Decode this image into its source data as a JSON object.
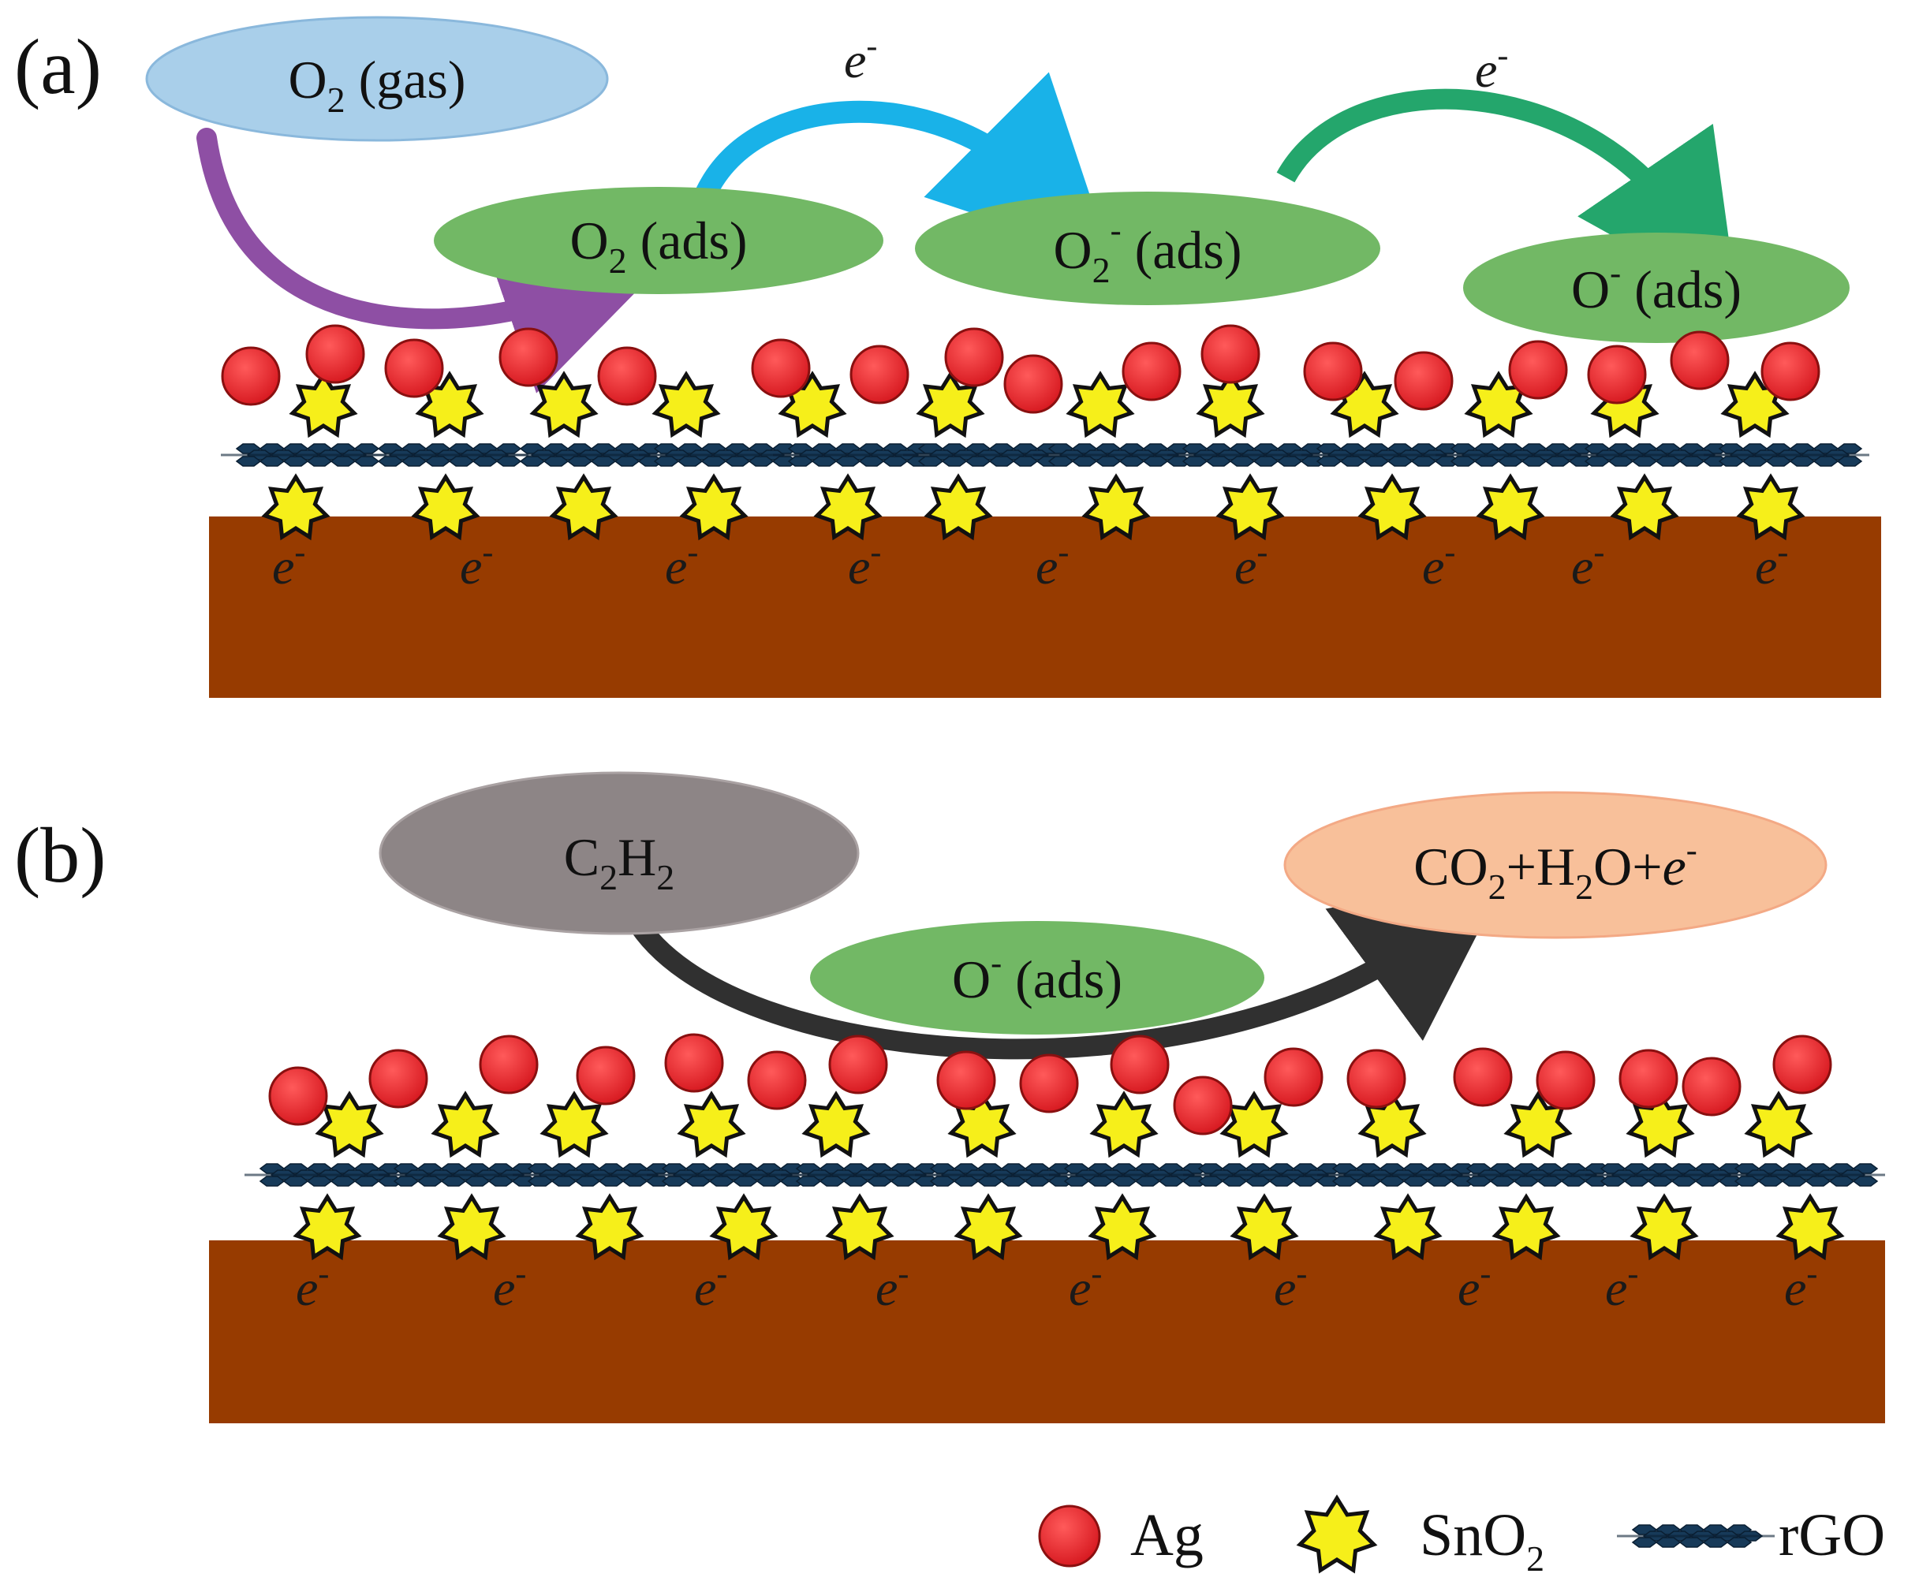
{
  "colors": {
    "substrate": "#973b00",
    "ag": "#e8232a",
    "sno2": "#f6ef1a",
    "rgo": "#173a59",
    "gas_bubble": "#a9cfea",
    "ads_bubble": "#72b865",
    "c2h2_bubble": "#8d8586",
    "product_bubble": "#f8c09a",
    "arrow_purple": "#8e4fa4",
    "arrow_cyan": "#19b2e8",
    "arrow_green": "#24a66c",
    "arrow_black": "#303030"
  },
  "panel_a": {
    "label": "(a)",
    "gas": {
      "base": "O",
      "sub": "2",
      "rest": " (gas)"
    },
    "ads1": {
      "base": "O",
      "sub": "2",
      "rest": " (ads)"
    },
    "ads2": {
      "base": "O",
      "sub": "2",
      "sup": "-",
      "rest": " (ads)"
    },
    "ads3": {
      "base": "O",
      "sup": "-",
      "rest": " (ads)"
    },
    "electron_arrow_1": {
      "base": "e",
      "sup": "-"
    },
    "electron_arrow_2": {
      "base": "e",
      "sup": "-"
    },
    "electron_symbol": {
      "base": "e",
      "sup": "-"
    }
  },
  "panel_b": {
    "label": "(b)",
    "reactant": {
      "c": "C",
      "c_sub": "2",
      "h": "H",
      "h_sub": "2"
    },
    "intermediate": {
      "base": "O",
      "sup": "-",
      "rest": " (ads)"
    },
    "product": {
      "co": "CO",
      "co_sub": "2",
      "mid": "+H",
      "h_sub": "2",
      "o": "O+",
      "e": "e",
      "e_sup": "-"
    },
    "electron_symbol": {
      "base": "e",
      "sup": "-"
    }
  },
  "legend": {
    "ag": "Ag",
    "sno2": {
      "base": "SnO",
      "sub": "2"
    },
    "rgo": "rGO"
  }
}
